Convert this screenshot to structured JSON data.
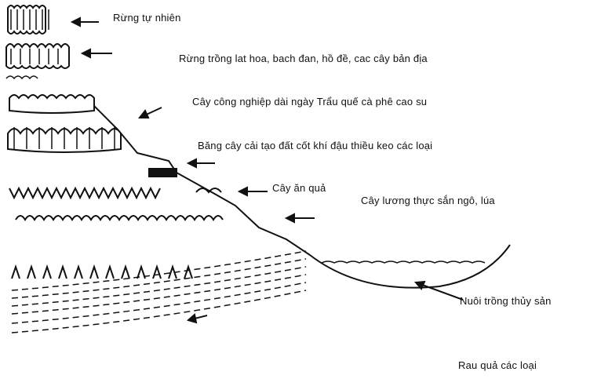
{
  "labels": {
    "natural_forest": "Rừng tự nhiên",
    "planted_forest": "Rừng trồng  lat hoa, bach đan, hồ đề, cac cây bản địa",
    "industrial_crops": "Cây công nghiệp dài ngày  Trẩu  quế  cà phê  cao su",
    "soil_improving_strips": "Băng cây cải tạo đất  cốt khí  đậu thiều  keo các loại",
    "fruit_trees": "Cây ăn quả",
    "food_crops": "Cây lương thực  sắn  ngô, lúa",
    "aquaculture": "Nuôi trồng thủy sản",
    "vegetables": "Rau quả các loại"
  }
}
